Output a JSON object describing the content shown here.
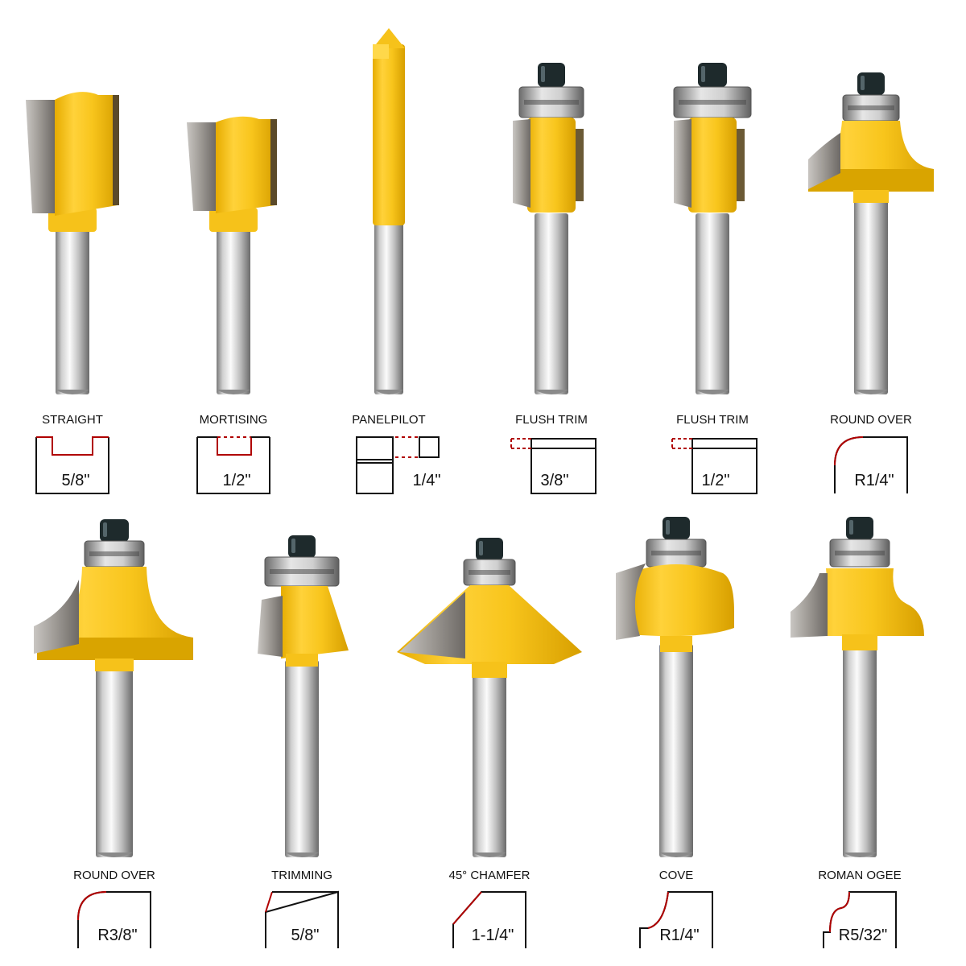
{
  "colors": {
    "body": "#f6c21a",
    "body_light": "#ffd84a",
    "body_dark": "#d9a400",
    "shank_light": "#f2f2f2",
    "shank_mid": "#b9b9b9",
    "shank_dark": "#6f6f6f",
    "carbide": "#8e8a86",
    "bearing": "#b8b8b8",
    "bolt": "#1e2a2c",
    "profile_line": "#111111",
    "profile_cut": "#b00000"
  },
  "bits": [
    {
      "type": "straight",
      "label": "STRAIGHT",
      "size": "5/8\"",
      "profile": "straight-profile-icon"
    },
    {
      "type": "mortising",
      "label": "MORTISING",
      "size": "1/2\"",
      "profile": "mortising-profile-icon"
    },
    {
      "type": "panelpilot",
      "label": "PANELPILOT",
      "size": "1/4\"",
      "profile": "panelpilot-profile-icon"
    },
    {
      "type": "flush",
      "label": "FLUSH TRIM",
      "size": "3/8\"",
      "profile": "flush-trim-profile-icon"
    },
    {
      "type": "flush",
      "label": "FLUSH TRIM",
      "size": "1/2\"",
      "profile": "flush-trim-profile-icon"
    },
    {
      "type": "roundover",
      "label": "ROUND OVER",
      "size": "R1/4\"",
      "profile": "round-over-profile-icon"
    },
    {
      "type": "roundover",
      "label": "ROUND OVER",
      "size": "R3/8\"",
      "profile": "round-over-profile-icon"
    },
    {
      "type": "trimming",
      "label": "TRIMMING",
      "size": "5/8\"",
      "profile": "trimming-profile-icon"
    },
    {
      "type": "chamfer",
      "label": "45° CHAMFER",
      "size": "1-1/4\"",
      "profile": "chamfer-profile-icon"
    },
    {
      "type": "cove",
      "label": "COVE",
      "size": "R1/4\"",
      "profile": "cove-profile-icon"
    },
    {
      "type": "ogee",
      "label": "ROMAN OGEE",
      "size": "R5/32\"",
      "profile": "roman-ogee-profile-icon"
    }
  ]
}
